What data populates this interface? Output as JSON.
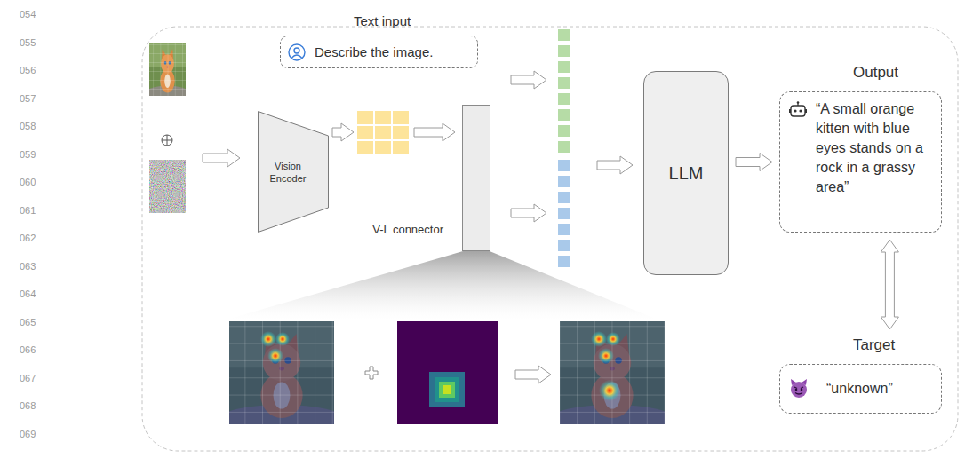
{
  "diagram": {
    "nodes": [
      {
        "text": [
          "Text input",
          "Describe the image."
        ]
      },
      {
        "text": [
          "Vision Encoder"
        ]
      },
      {
        "text": [
          "V-L connector"
        ]
      },
      {
        "text": [
          "LLM"
        ]
      },
      {
        "text": [
          "Output",
          "“A small orange kitten with blue eyes stands on a rock in a grassy area”"
        ]
      },
      {
        "text": [
          "Target",
          "“unknown”"
        ]
      }
    ],
    "edges": [
      {
        "from": 3,
        "to": 4,
        "arrow": "to"
      },
      {
        "from": 4,
        "to": 5,
        "arrow": "both"
      }
    ],
    "labels": [
      "054",
      "055",
      "056",
      "057",
      "058",
      "059",
      "060",
      "061",
      "062",
      "063",
      "064",
      "065",
      "066",
      "067",
      "068",
      "069"
    ]
  }
}
